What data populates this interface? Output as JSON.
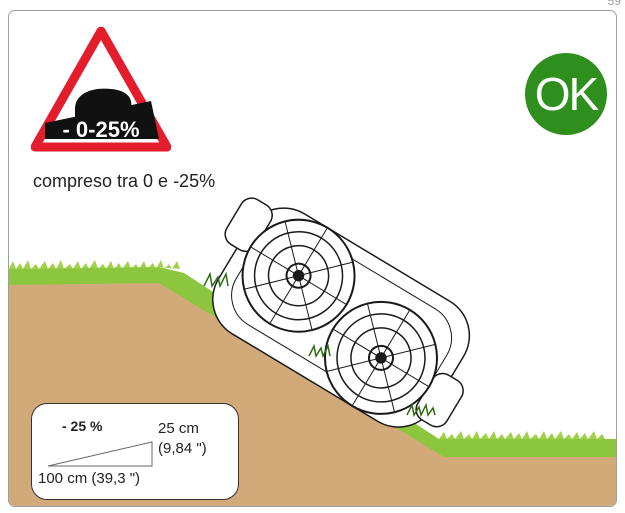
{
  "page_number": "59",
  "warning_sign": {
    "text": "- 0-25%"
  },
  "caption": "compreso tra 0 e -25%",
  "status_badge": {
    "text": "OK",
    "color": "#2f8f1d"
  },
  "slope_info": {
    "percent": "- 25 %",
    "rise_cm": "25 cm",
    "rise_in": "(9,84 \")",
    "run": "100 cm (39,3 \")"
  },
  "colors": {
    "soil": "#d2aa7a",
    "grass": "#8cc63f",
    "sign_border": "#e41d2d",
    "sign_band": "#111111"
  }
}
